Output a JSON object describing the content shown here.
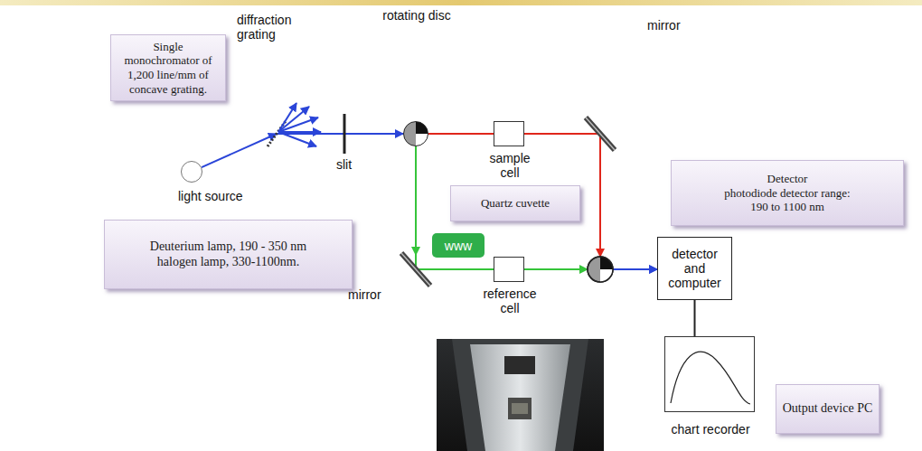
{
  "diagram": {
    "nodes": [
      {
        "text": [
          "Single monochromator of 1,200 line/mm of concave grating."
        ]
      },
      {
        "text": [
          "rotating disc"
        ]
      },
      {
        "text": [
          "light source"
        ]
      },
      {
        "text": [
          "sample cell"
        ]
      },
      {
        "text": [
          "Detector",
          "photodiode detector range: 190 to 1100 nm"
        ]
      },
      {
        "text": [
          "Quartz cuvette"
        ]
      },
      {
        "text": [
          "Deuterium lamp, 190 - 350 nm halogen lamp, 330-1100nm."
        ]
      },
      {
        "text": [
          "www"
        ]
      },
      {
        "text": [
          "detector and computer"
        ]
      },
      {
        "text": [
          "reference cell"
        ]
      },
      {
        "text": [
          "chart recorder"
        ]
      },
      {
        "text": [
          "Output device PC"
        ]
      }
    ],
    "edges": [
      {
        "from": 2,
        "to": 1,
        "arrow": "to"
      },
      {
        "from": 1,
        "to": 3,
        "arrow": "none"
      },
      {
        "from": 3,
        "to": 8,
        "arrow": "to"
      },
      {
        "from": 1,
        "to": 9,
        "arrow": "none"
      },
      {
        "from": 9,
        "to": 8,
        "arrow": "to"
      },
      {
        "from": 8,
        "to": 10,
        "arrow": "none"
      }
    ],
    "labels": [
      "diffraction grating",
      "slit",
      "mirror",
      "mirror"
    ]
  }
}
